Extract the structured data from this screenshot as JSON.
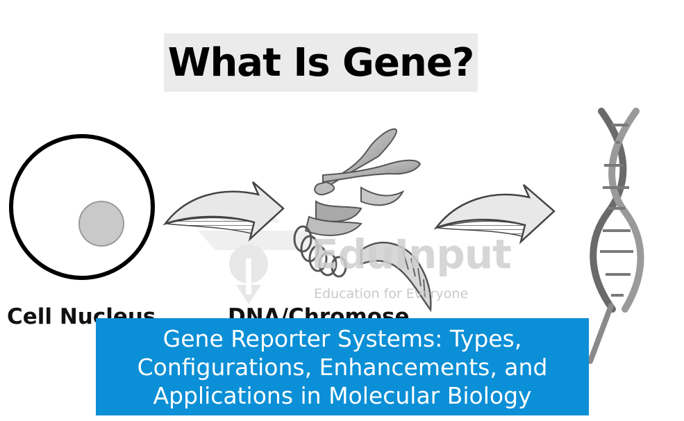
{
  "title": "What Is Gene?",
  "labels": {
    "nucleus": "Cell Nucleus",
    "dna": "DNA/Chromose"
  },
  "watermark": {
    "name": "EduInput",
    "tagline": "Education for Everyone"
  },
  "banner": {
    "text": "Gene Reporter Systems: Types, Configurations, Enhancements, and Applications in Molecular Biology"
  },
  "colors": {
    "banner": "#0b8fd6",
    "title_bg": "#ebebeb",
    "nucleolus": "#c9c9c9"
  }
}
